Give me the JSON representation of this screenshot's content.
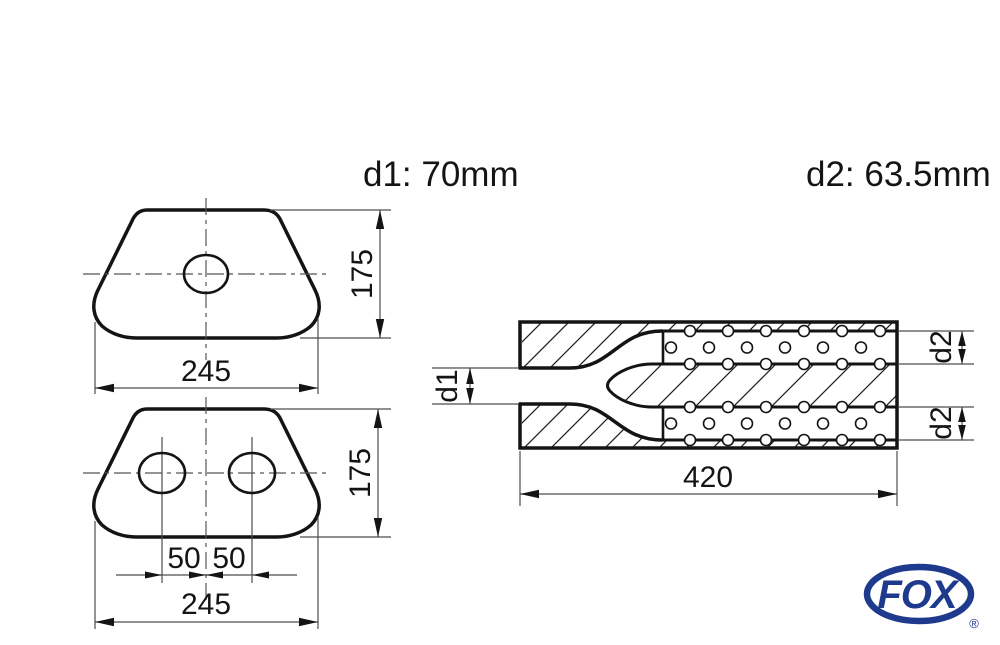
{
  "annotations": {
    "inlet_spec": "d1: 70mm",
    "outlet_spec": "d2: 63.5mm"
  },
  "views": {
    "end_plate_single": {
      "width": "245",
      "height": "175"
    },
    "end_plate_dual": {
      "width": "245",
      "height": "175",
      "offset_left": "50",
      "offset_right": "50"
    },
    "body_section": {
      "length": "420",
      "inlet_label": "d1",
      "outlet_top_label": "d2",
      "outlet_bottom_label": "d2"
    }
  },
  "logo": {
    "brand": "FOX",
    "registered_mark": "®",
    "color": "#1e3a8c"
  },
  "colors": {
    "outline": "#141414",
    "dimension_line": "#4d4d4d",
    "background": "#ffffff"
  }
}
